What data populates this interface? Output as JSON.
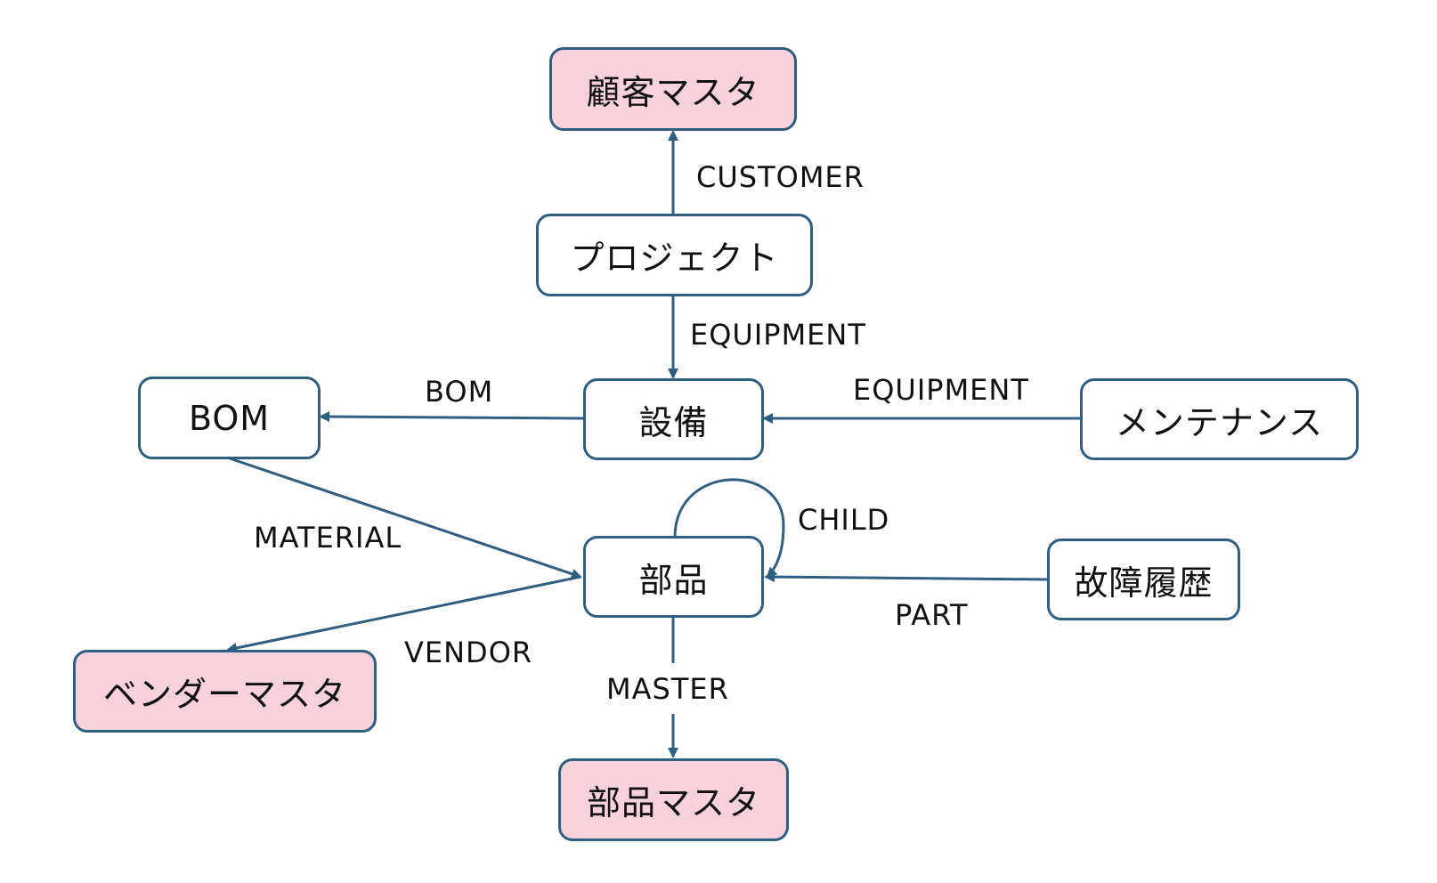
{
  "colors": {
    "edge": "#2f5f80",
    "master_fill": "#f7d1dc",
    "node_fill": "#ffffff",
    "text": "#111111"
  },
  "nodes": {
    "customer_master": {
      "label": "顧客マスタ",
      "type": "master"
    },
    "project": {
      "label": "プロジェクト",
      "type": "entity"
    },
    "equipment": {
      "label": "設備",
      "type": "entity"
    },
    "bom": {
      "label": "BOM",
      "type": "entity"
    },
    "maintenance": {
      "label": "メンテナンス",
      "type": "entity"
    },
    "part": {
      "label": "部品",
      "type": "entity"
    },
    "failure_history": {
      "label": "故障履歴",
      "type": "entity"
    },
    "vendor_master": {
      "label": "ベンダーマスタ",
      "type": "master"
    },
    "part_master": {
      "label": "部品マスタ",
      "type": "master"
    }
  },
  "edges": [
    {
      "id": "customer",
      "from": "project",
      "to": "customer_master",
      "label": "CUSTOMER"
    },
    {
      "id": "project_equipment",
      "from": "project",
      "to": "equipment",
      "label": "EQUIPMENT"
    },
    {
      "id": "bom",
      "from": "equipment",
      "to": "bom",
      "label": "BOM"
    },
    {
      "id": "maintenance_equipment",
      "from": "maintenance",
      "to": "equipment",
      "label": "EQUIPMENT"
    },
    {
      "id": "material",
      "from": "bom",
      "to": "part",
      "label": "MATERIAL"
    },
    {
      "id": "child",
      "from": "part",
      "to": "part",
      "label": "CHILD"
    },
    {
      "id": "part",
      "from": "failure_history",
      "to": "part",
      "label": "PART"
    },
    {
      "id": "vendor",
      "from": "part",
      "to": "vendor_master",
      "label": "VENDOR"
    },
    {
      "id": "master",
      "from": "part",
      "to": "part_master",
      "label": "MASTER"
    }
  ]
}
